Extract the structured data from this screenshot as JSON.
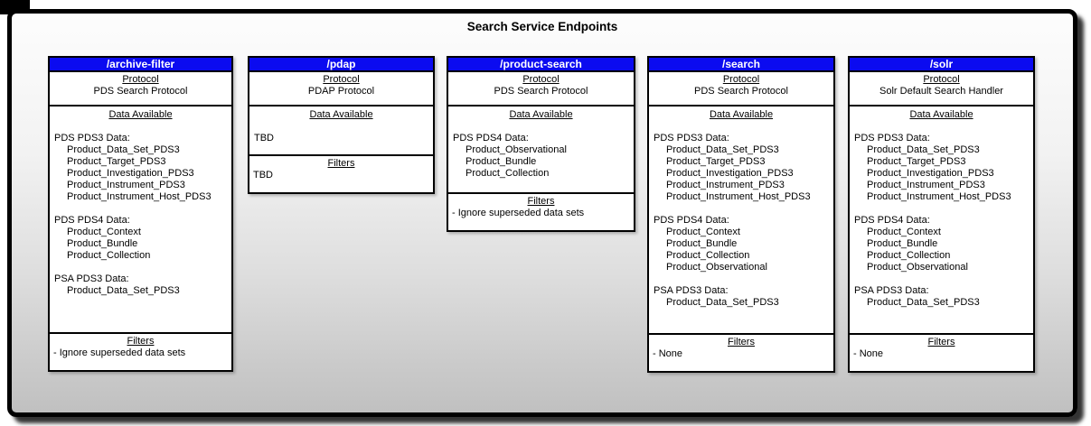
{
  "title": "Search Service Endpoints",
  "colors": {
    "header_bg": "#0b0bf0",
    "header_text": "#ffffff",
    "canvas_top": "#fdfdfd",
    "canvas_bottom": "#c0c0c0"
  },
  "labels": {
    "protocol": "Protocol",
    "data_available": "Data Available",
    "filters": "Filters"
  },
  "endpoints": [
    {
      "name": "/archive-filter",
      "protocol": "PDS Search Protocol",
      "data_groups": [
        {
          "label": "PDS PDS3 Data:",
          "items": [
            "Product_Data_Set_PDS3",
            "Product_Target_PDS3",
            "Product_Investigation_PDS3",
            "Product_Instrument_PDS3",
            "Product_Instrument_Host_PDS3"
          ]
        },
        {
          "label": "PDS PDS4 Data:",
          "items": [
            "Product_Context",
            "Product_Bundle",
            "Product_Collection"
          ]
        },
        {
          "label": "PSA PDS3 Data:",
          "items": [
            "Product_Data_Set_PDS3"
          ]
        }
      ],
      "filters": [
        "- Ignore superseded data sets"
      ]
    },
    {
      "name": "/pdap",
      "protocol": "PDAP Protocol",
      "data_plain": "TBD",
      "data_groups": [],
      "filters": [
        "TBD"
      ]
    },
    {
      "name": "/product-search",
      "protocol": "PDS Search Protocol",
      "data_groups": [
        {
          "label": "PDS PDS4 Data:",
          "items": [
            "Product_Observational",
            "Product_Bundle",
            "Product_Collection"
          ]
        }
      ],
      "filters": [
        "- Ignore superseded data sets"
      ]
    },
    {
      "name": "/search",
      "protocol": "PDS Search Protocol",
      "data_groups": [
        {
          "label": "PDS PDS3 Data:",
          "items": [
            "Product_Data_Set_PDS3",
            "Product_Target_PDS3",
            "Product_Investigation_PDS3",
            "Product_Instrument_PDS3",
            "Product_Instrument_Host_PDS3"
          ]
        },
        {
          "label": "PDS PDS4 Data:",
          "items": [
            "Product_Context",
            "Product_Bundle",
            "Product_Collection",
            "Product_Observational"
          ]
        },
        {
          "label": "PSA PDS3 Data:",
          "items": [
            "Product_Data_Set_PDS3"
          ]
        }
      ],
      "filters": [
        "- None"
      ]
    },
    {
      "name": "/solr",
      "protocol": "Solr Default Search Handler",
      "data_groups": [
        {
          "label": "PDS PDS3 Data:",
          "items": [
            "Product_Data_Set_PDS3",
            "Product_Target_PDS3",
            "Product_Investigation_PDS3",
            "Product_Instrument_PDS3",
            "Product_Instrument_Host_PDS3"
          ]
        },
        {
          "label": "PDS PDS4 Data:",
          "items": [
            "Product_Context",
            "Product_Bundle",
            "Product_Collection",
            "Product_Observational"
          ]
        },
        {
          "label": "PSA PDS3 Data:",
          "items": [
            "Product_Data_Set_PDS3"
          ]
        }
      ],
      "filters": [
        "- None"
      ]
    }
  ]
}
